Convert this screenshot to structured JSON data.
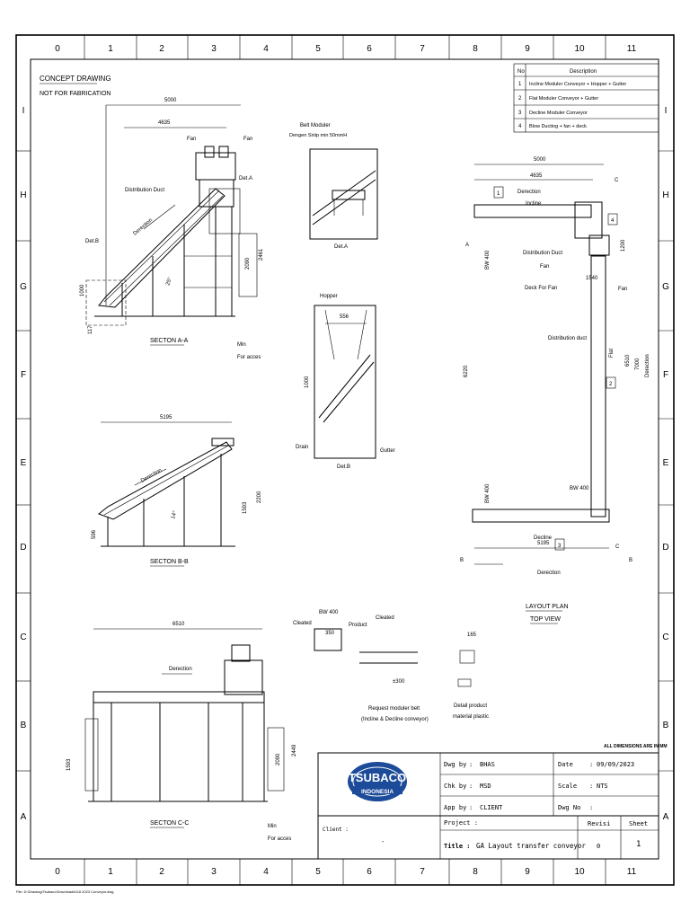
{
  "grid": {
    "columns": [
      "0",
      "1",
      "2",
      "3",
      "4",
      "5",
      "6",
      "7",
      "8",
      "9",
      "10",
      "11"
    ],
    "rows": [
      "I",
      "H",
      "G",
      "F",
      "E",
      "D",
      "C",
      "B",
      "A"
    ]
  },
  "header": {
    "concept": "CONCEPT DRAWING",
    "not_fab": "NOT FOR FABRICATION"
  },
  "legend": {
    "col_no": "No",
    "col_desc": "Description",
    "items": [
      {
        "no": "1",
        "desc": "Incline Moduler Conveyor + Hopper + Gutter"
      },
      {
        "no": "2",
        "desc": "Flat Moduler Conveyor + Gutter"
      },
      {
        "no": "3",
        "desc": "Decline Moduler Conveyor"
      },
      {
        "no": "4",
        "desc": "Blow Ducting + fan + deck"
      }
    ]
  },
  "section_aa": {
    "title": "SECTON A-A",
    "dim_5000": "5000",
    "dim_4635": "4635",
    "fan1": "Fan",
    "fan2": "Fan",
    "dist_duct": "Distribution Duct",
    "deta": "Det.A",
    "detb": "Det.B",
    "direction": "Derection",
    "d2090": "2090",
    "d2461": "2461",
    "d1000": "1000",
    "d117": "117",
    "angle": "25°",
    "min": "Min",
    "for_access": "For acces"
  },
  "det_a": {
    "belt": "Belt Moduler",
    "belt2": "Dengen Siriip min 50mmH",
    "label": "Det.A"
  },
  "det_b": {
    "hopper": "Hopper",
    "d556": "556",
    "d1000": "1000",
    "drain": "Drain",
    "gutter": "Gutter",
    "label": "Det.B"
  },
  "section_bb": {
    "title": "SECTON B-B",
    "d5195": "5195",
    "direction": "Derection",
    "d1593": "1593",
    "d2200": "2200",
    "d596": "596",
    "angle": "14°"
  },
  "section_cc": {
    "title": "SECTON C-C",
    "d6510": "6510",
    "direction": "Derection",
    "d1593": "1593",
    "d2090": "2090",
    "d2449": "2449",
    "min": "Min",
    "for_access": "For acces"
  },
  "plan": {
    "d5000": "5000",
    "d4635": "4635",
    "c": "C",
    "a": "A",
    "b": "B",
    "direction": "Derection",
    "incline": "Incline",
    "n1": "1",
    "n2": "2",
    "n3": "3",
    "n4": "4",
    "dist_duct": "Distribution Duct",
    "fan": "Fan",
    "deck": "Deck For Fan",
    "fan2": "Fan",
    "d1540": "1540",
    "d1200": "1200",
    "bw400a": "BW 400",
    "bw400b": "BW 400",
    "bw400c": "BW 400",
    "dist_duct2": "Distribution duct",
    "flat": "Flat",
    "d6510": "6510",
    "d7000": "7000",
    "derection_v": "Derection",
    "d6220": "6220",
    "decline": "Decline",
    "d5195": "5195",
    "direction2": "Derection",
    "title1": "LAYOUT PLAN",
    "title2": "TOP VIEW"
  },
  "belt_detail": {
    "bw400": "BW 400",
    "cleated": "Cleated",
    "d350": "350",
    "product": "Product",
    "cleated2": "Cleated",
    "d300": "±300",
    "note1": "Request moduler belt",
    "note2": "(Incline & Decline conveyor)",
    "d165": "165",
    "prod1": "Detail product",
    "prod2": "material plastic"
  },
  "title_block": {
    "note": "ALL DIMENSIONS ARE IN MM",
    "logo_main": "TSUBACO",
    "logo_sub": "INDONESIA",
    "dwg_by_l": "Dwg by",
    "dwg_by": "BHAS",
    "chk_by_l": "Chk by",
    "chk_by": "MSD",
    "app_by_l": "App by",
    "app_by": "CLIENT",
    "date_l": "Date",
    "date": "09/09/2023",
    "scale_l": "Scale",
    "scale": "NTS",
    "dwgno_l": "Dwg No",
    "dwgno": "",
    "project_l": "Project :",
    "client_l": "Client :",
    "client": "-",
    "title_l": "Title :",
    "title": "GA Layout transfer conveyor",
    "revisi_l": "Revisi",
    "revisi": "0",
    "sheet_l": "Sheet",
    "sheet": "1"
  },
  "footer_path": "File: D:\\Drawing\\Tsubaco\\Downloads\\GA 2023 Conveyor.dwg"
}
